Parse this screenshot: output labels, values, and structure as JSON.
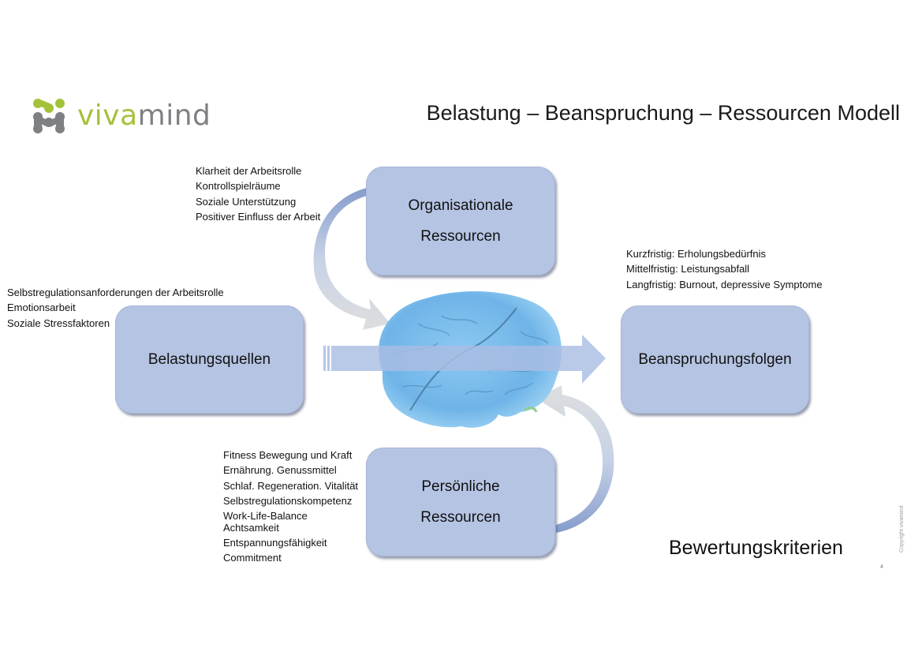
{
  "logo": {
    "text_part1": "viva",
    "text_part2": "mind",
    "brand_green": "#a3c23a",
    "brand_gray": "#7f8084"
  },
  "title": "Belastung – Beanspruchung – Ressourcen Modell",
  "boxes": {
    "organisational": {
      "line1": "Organisationale",
      "line2": "Ressourcen"
    },
    "belastungsquellen": {
      "label": "Belastungsquellen"
    },
    "beanspruchungsfolgen": {
      "label": "Beanspruchungsfolgen"
    },
    "persoenlich": {
      "line1": "Persönliche",
      "line2": "Ressourcen"
    }
  },
  "lists": {
    "organisational": [
      "Klarheit der Arbeitsrolle",
      "Kontrollspielräume",
      "Soziale Unterstützung",
      "Positiver Einfluss der Arbeit"
    ],
    "belastungsquellen": [
      "Selbstregulationsanforderungen der Arbeitsrolle",
      "Emotionsarbeit",
      "Soziale Stressfaktoren"
    ],
    "beanspruchungsfolgen": [
      "Kurzfristig: Erholungsbedürfnis",
      "Mittelfristig: Leistungsabfall",
      "Langfristig: Burnout, depressive Symptome"
    ],
    "persoenlich": [
      "Fitness Bewegung und Kraft",
      "Ernährung. Genussmittel",
      "Schlaf. Regeneration. Vitalität",
      "Selbstregulationskompetenz",
      "Work-Life-Balance",
      "Achtsamkeit",
      "Entspannungsfähigkeit",
      "Commitment"
    ]
  },
  "colors": {
    "box_fill": "#b5c4e3",
    "arrow_fill": "#a9bde3",
    "brain": "#6fb7ea"
  },
  "footer": {
    "bewertung": "Bewertungskriterien",
    "copyright": "Copyright vivamind",
    "page_number": "4"
  }
}
